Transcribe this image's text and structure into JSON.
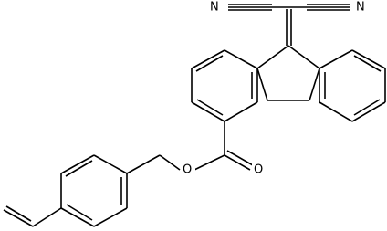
{
  "atoms": {
    "nitrile_n_left": "N",
    "nitrile_n_right": "N",
    "ester_oxygen_single": "O",
    "ester_oxygen_carbonyl": "O"
  },
  "colors": {
    "bond": "#000000",
    "background": "#ffffff"
  }
}
